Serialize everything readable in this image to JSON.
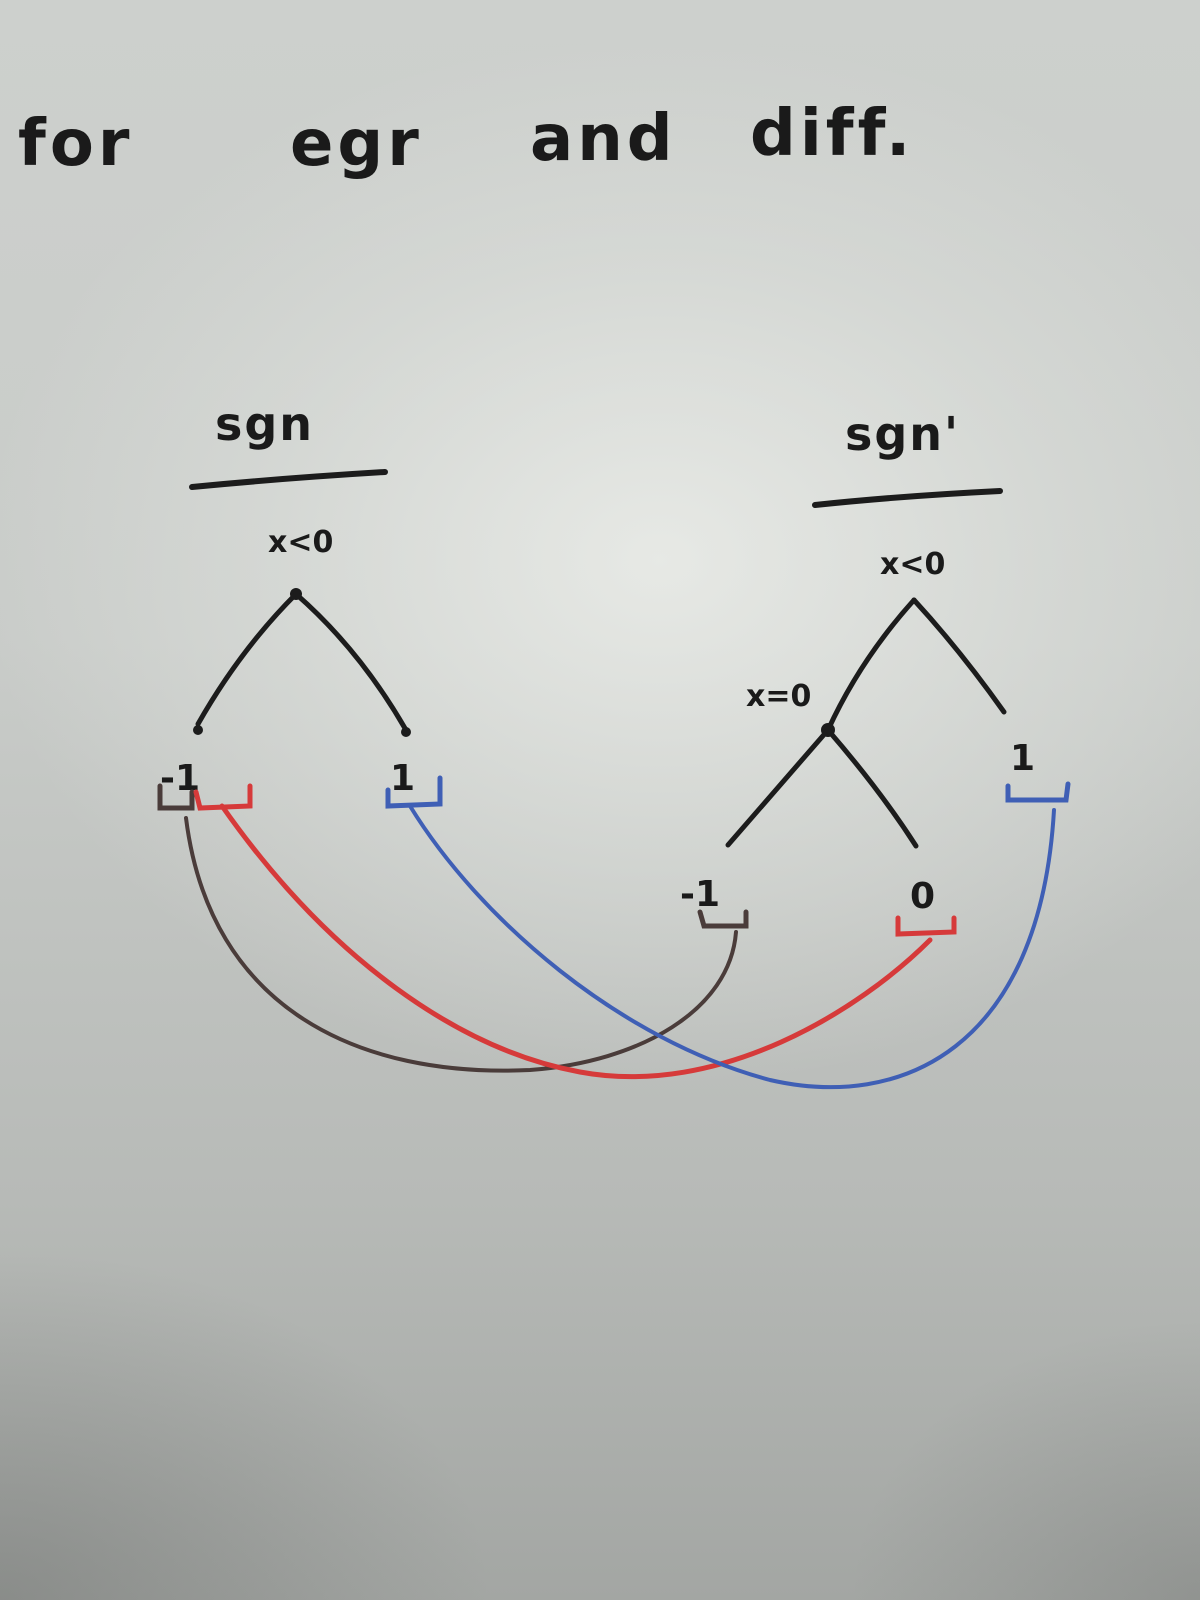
{
  "heading": {
    "words": [
      "for",
      "egr",
      "and",
      "diff."
    ]
  },
  "trees": {
    "left": {
      "title": "sgn",
      "root_condition": "x<0",
      "leaves": [
        "-1",
        "1"
      ]
    },
    "right": {
      "title": "sgn'",
      "root_condition": "x<0",
      "inner_condition": "x=0",
      "leaves": [
        "-1",
        "0",
        "1"
      ]
    }
  },
  "connections": [
    {
      "from": "sgn: -1",
      "to": "sgn': -1",
      "color": "#4a3c3a"
    },
    {
      "from": "sgn: -1",
      "to": "sgn': 0",
      "color": "#d63a3a"
    },
    {
      "from": "sgn: 1",
      "to": "sgn': 1",
      "color": "#3f5fb5"
    }
  ],
  "colors": {
    "board": "#c9ccc9",
    "ink": "#1c1c1c",
    "brown": "#4a3c3a",
    "red": "#d63a3a",
    "blue": "#3f5fb5"
  }
}
